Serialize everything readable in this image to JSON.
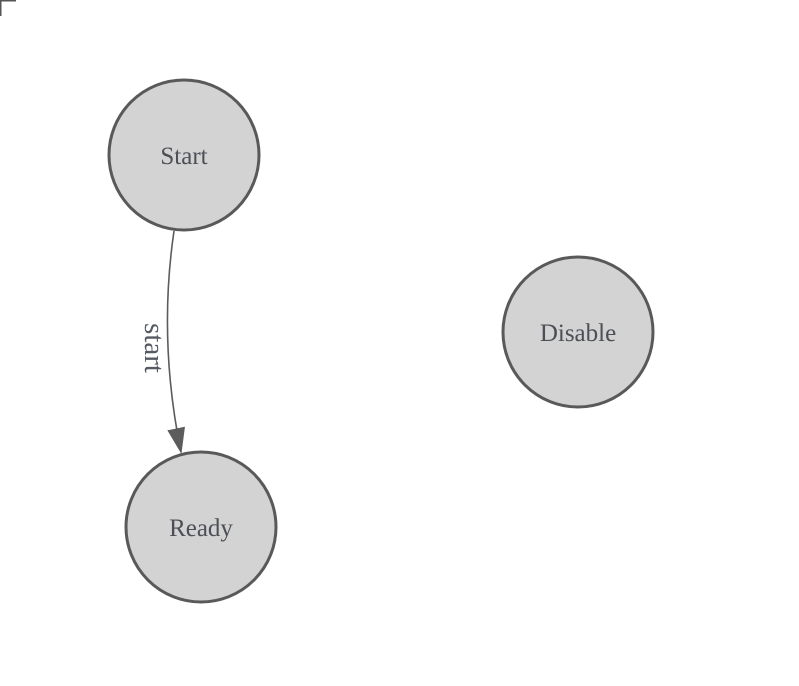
{
  "canvas": {
    "background": "#ffffff"
  },
  "graph": {
    "nodes": [
      {
        "label": "Start"
      },
      {
        "label": "Ready"
      },
      {
        "label": "Disable"
      }
    ],
    "edges": [
      {
        "source": "Start",
        "target": "Ready",
        "label": "start"
      }
    ]
  },
  "colors": {
    "node_fill": "#d3d3d3",
    "node_border": "#595959",
    "node_label_text": "#4c4f55",
    "edge_line": "#5c5c5c",
    "edge_label_text": "#555a63",
    "arrowhead": "#5c5c5c",
    "corner_mark": "#555555"
  }
}
